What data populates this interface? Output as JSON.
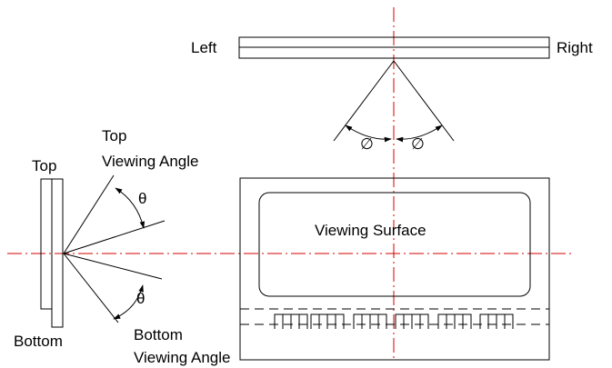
{
  "labels": {
    "left": "Left",
    "right": "Right",
    "top": "Top",
    "bottom": "Bottom",
    "top_viewing_angle_line1": "Top",
    "top_viewing_angle_line2": "Viewing Angle",
    "bottom_viewing_angle_line1": "Bottom",
    "bottom_viewing_angle_line2": "Viewing Angle",
    "viewing_surface": "Viewing Surface",
    "theta": "θ",
    "phi": "∅"
  },
  "colors": {
    "line": "#000000",
    "centerline": "#d40000"
  }
}
